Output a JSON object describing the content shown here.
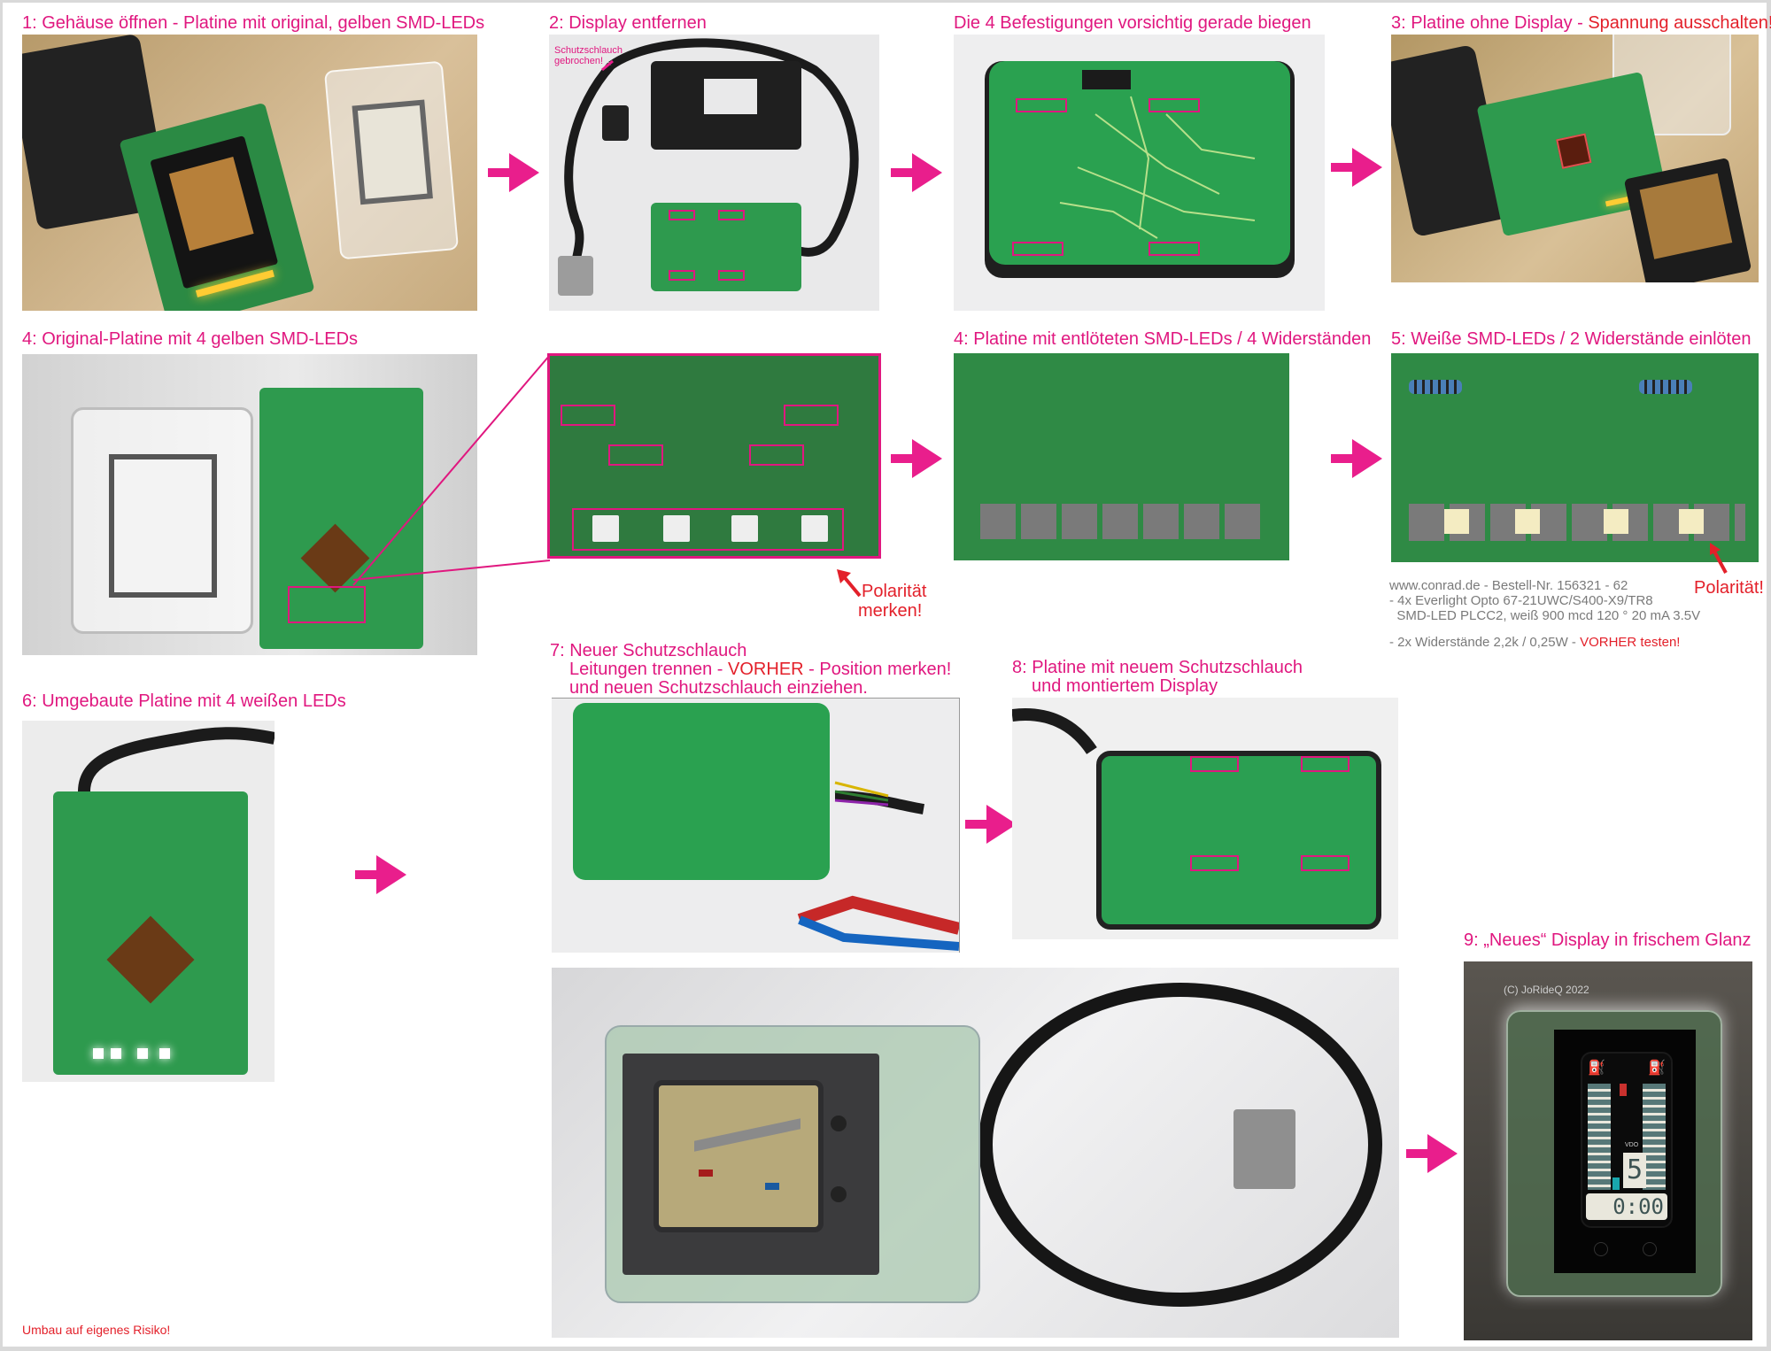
{
  "colors": {
    "caption": "#e0177f",
    "warning": "#e3202a",
    "arrow": "#e91e8c",
    "note_gray": "#7a7a7a"
  },
  "steps": {
    "s1": {
      "label": "1: Gehäuse öffnen - Platine mit original, gelben SMD-LEDs"
    },
    "s2": {
      "label": "2: Display entfernen",
      "annotation_line1": "Schutzschlauch",
      "annotation_line2": "gebrochen!"
    },
    "s2b": {
      "label": "Die 4 Befestigungen vorsichtig gerade biegen"
    },
    "s3": {
      "label_prefix": "3: Platine ohne Display - ",
      "label_warning": "Spannung ausschalten!"
    },
    "s4a": {
      "label": "4: Original-Platine mit 4 gelben SMD-LEDs"
    },
    "s4b": {
      "label": "4: Platine mit entlöteten SMD-LEDs / 4 Widerständen"
    },
    "s5": {
      "label": "5: Weiße SMD-LEDs / 2 Widerstände einlöten"
    },
    "s6": {
      "label": "6: Umgebaute Platine mit 4 weißen LEDs"
    },
    "s7": {
      "line1": "7: Neuer Schutzschlauch",
      "line2_prefix": "Leitungen trennen - ",
      "line2_warning": "VORHER",
      "line2_suffix": " - Position merken!",
      "line3": "und neuen Schutzschlauch einziehen."
    },
    "s8": {
      "line1": "8: Platine mit neuem Schutzschlauch",
      "line2": "und montiertem Display"
    },
    "s9": {
      "label": "9: „Neues“ Display in frischem Glanz",
      "copyright": "(C) JoRideQ 2022",
      "display_gear": "5",
      "display_time": "0:00",
      "display_brand": "VDO"
    }
  },
  "polarity": {
    "merken_line1": "Polarität",
    "merken_line2": "merken!",
    "single": "Polarität!"
  },
  "parts_note": {
    "line1": "www.conrad.de - Bestell-Nr. 156321 - 62",
    "line2": "- 4x Everlight Opto 67-21UWC/S400-X9/TR8",
    "line3": "  SMD-LED PLCC2, weiß 900 mcd 120 ° 20 mA 3.5V",
    "line4_prefix": "- 2x Widerstände 2,2k / 0,25W - ",
    "line4_warning": "VORHER testen!"
  },
  "disclaimer": "Umbau auf eigenes Risiko!",
  "icons": [
    "arrow-right-icon",
    "arrow-up-left-icon",
    "oil-can-icon",
    "fuel-pump-icon"
  ]
}
